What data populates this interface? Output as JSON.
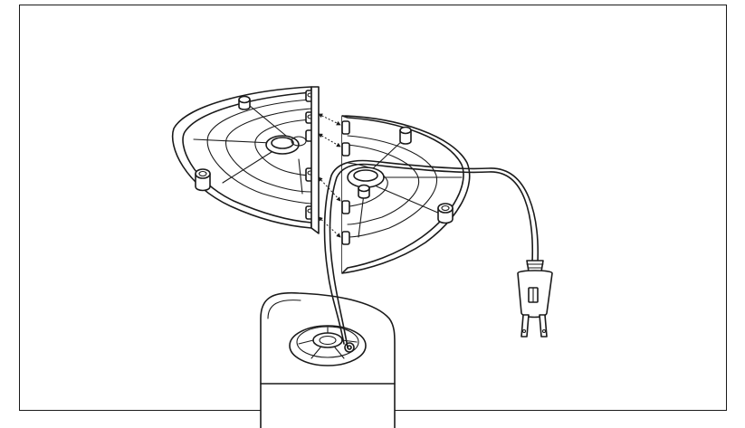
{
  "diagram": {
    "frame_color": "#1a1a1a",
    "background_color": "#ffffff",
    "components": [
      {
        "name": "base-left-half",
        "kind": "semicircular-base-section"
      },
      {
        "name": "base-right-half",
        "kind": "semicircular-base-section"
      },
      {
        "name": "alignment-arrows",
        "count": 4
      },
      {
        "name": "power-cord",
        "kind": "cable"
      },
      {
        "name": "plug",
        "kind": "two-prong-plug"
      },
      {
        "name": "tower-body",
        "kind": "fan-body-bottom"
      },
      {
        "name": "bottom-hub",
        "kind": "cord-hub"
      }
    ]
  }
}
